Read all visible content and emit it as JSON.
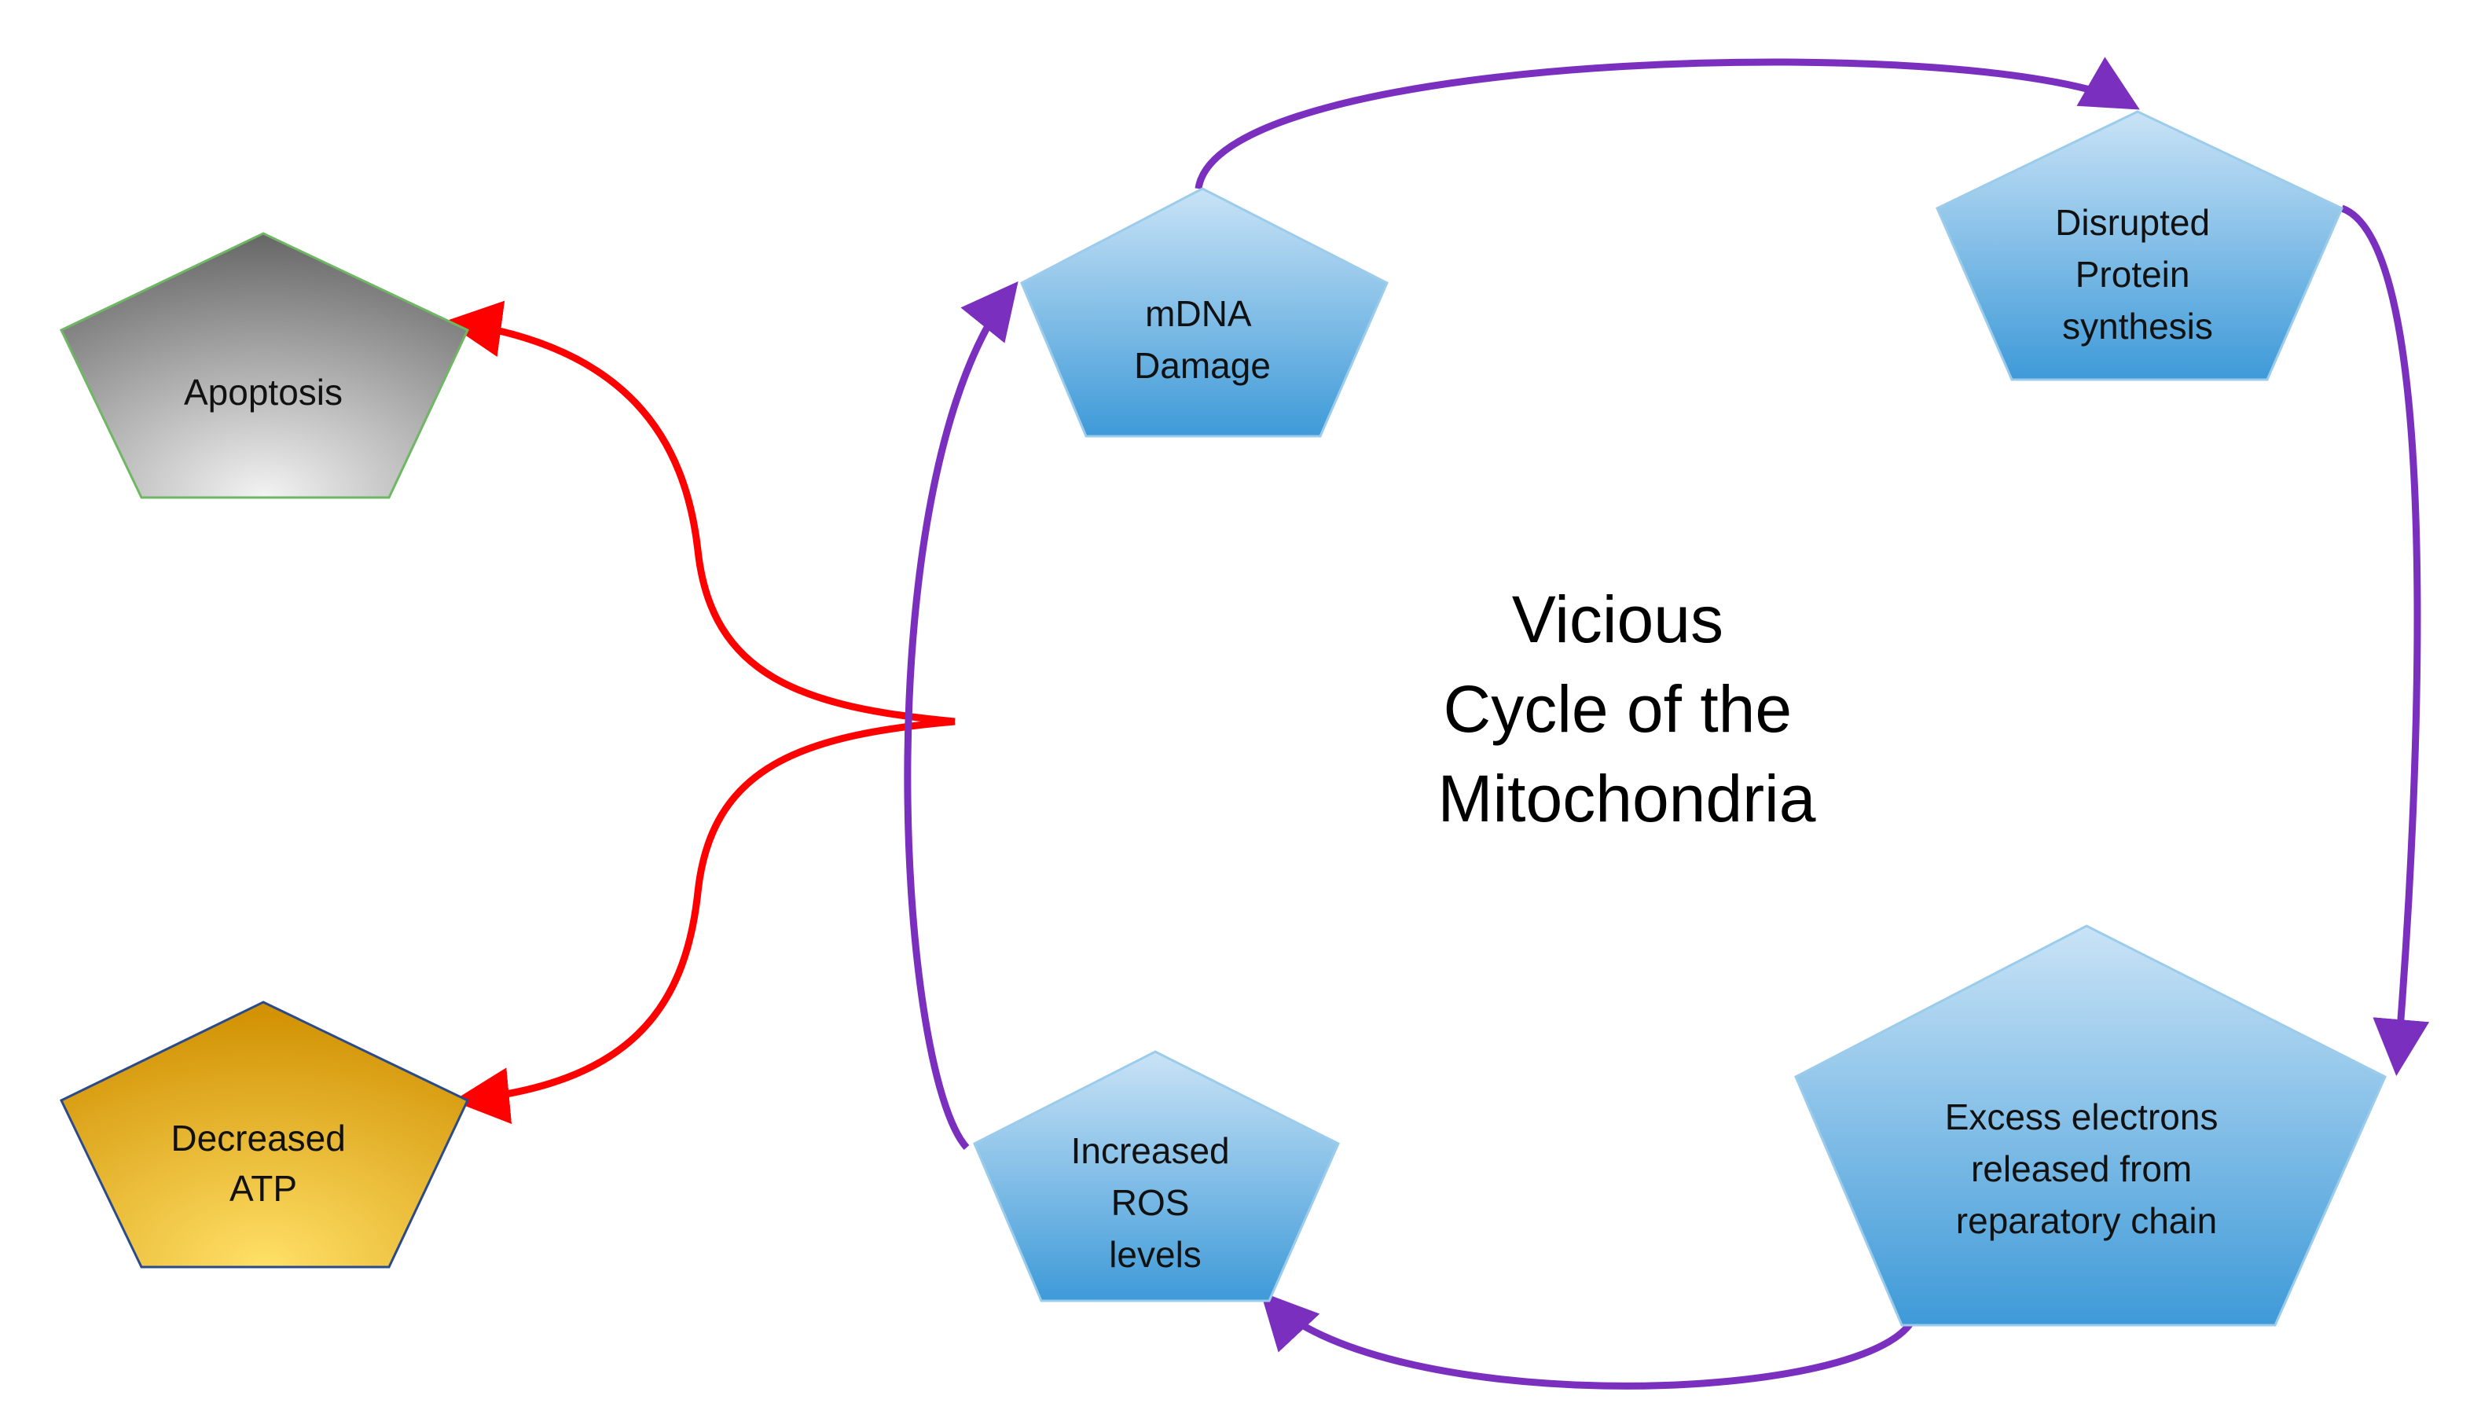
{
  "diagram": {
    "center_title": [
      "Vicious",
      "Cycle of the",
      "Mitochondria"
    ],
    "nodes": {
      "apoptosis": {
        "lines": [
          "Apoptosis"
        ]
      },
      "decreased_atp": {
        "lines": [
          "Decreased",
          "ATP"
        ]
      },
      "mdna_damage": {
        "lines": [
          "mDNA",
          "Damage"
        ]
      },
      "disrupted_protein": {
        "lines": [
          "Disrupted",
          "Protein",
          "synthesis"
        ]
      },
      "excess_electrons": {
        "lines": [
          "Excess electrons",
          "released from",
          "reparatory chain"
        ]
      },
      "increased_ros": {
        "lines": [
          "Increased",
          "ROS",
          "levels"
        ]
      }
    },
    "colors": {
      "cycle_arrow": "#7B2FBE",
      "outcome_arrow": "#FF0000",
      "blue_node_light": "#C9E3F6",
      "blue_node_dark": "#3E9AD8",
      "gray_node_light": "#EFEFEF",
      "gray_node_dark": "#6E6E6E",
      "gold_node_light": "#FFE067",
      "gold_node_dark": "#D49500"
    }
  }
}
